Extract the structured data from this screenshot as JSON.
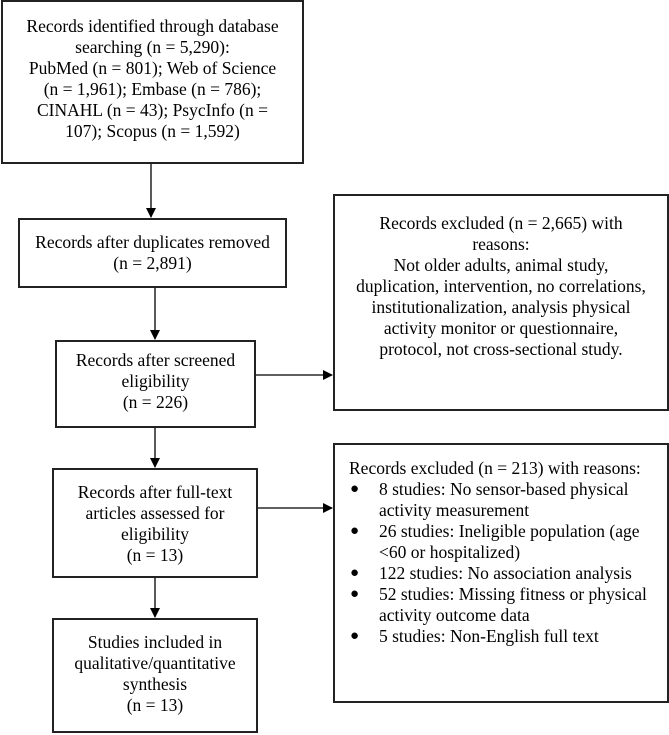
{
  "identification": {
    "lines": [
      "Records identified through database",
      "searching (n = 5,290):",
      "PubMed (n = 801); Web of Science",
      "(n = 1,961); Embase (n = 786);",
      "CINAHL (n = 43); PsycInfo (n =",
      "107); Scopus (n = 1,592)"
    ]
  },
  "duplicates_removed": {
    "lines": [
      "Records after duplicates removed",
      "(n = 2,891)"
    ]
  },
  "screened": {
    "lines": [
      "Records after screened",
      "eligibility",
      "(n = 226)"
    ]
  },
  "full_text": {
    "lines": [
      "Records after full-text",
      "articles assessed for",
      "eligibility",
      "(n = 13)"
    ]
  },
  "included": {
    "lines": [
      "Studies included in",
      "qualitative/quantitative",
      "synthesis",
      "(n = 13)"
    ]
  },
  "excluded_screening": {
    "lines": [
      "Records excluded (n = 2,665) with",
      "reasons:",
      "Not older adults, animal study,",
      "duplication, intervention, no correlations,",
      "institutionalization, analysis physical",
      "activity monitor or questionnaire,",
      "protocol, not cross-sectional study."
    ]
  },
  "excluded_full_text": {
    "heading": "Records excluded (n = 213) with reasons:",
    "items": [
      "8 studies: No sensor-based physical activity measurement",
      "26 studies: Ineligible population (age <60 or hospitalized)",
      "122 studies: No association analysis",
      "52 studies: Missing fitness or physical activity outcome data",
      "5 studies: Non-English full text"
    ]
  }
}
